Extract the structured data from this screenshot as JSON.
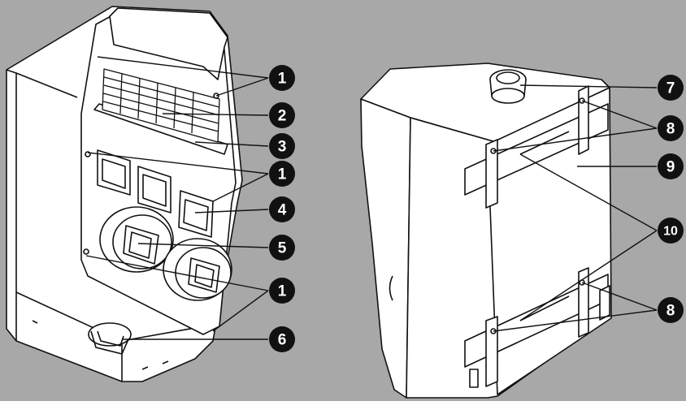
{
  "background_color": "#a8a8a8",
  "line_color": "#111111",
  "callout_badge_color": "#111111",
  "callout_text_color": "#ffffff",
  "callouts": [
    {
      "id": "c1a",
      "label": "1"
    },
    {
      "id": "c2",
      "label": "2"
    },
    {
      "id": "c3",
      "label": "3"
    },
    {
      "id": "c1b",
      "label": "1"
    },
    {
      "id": "c4",
      "label": "4"
    },
    {
      "id": "c5",
      "label": "5"
    },
    {
      "id": "c1c",
      "label": "1"
    },
    {
      "id": "c6",
      "label": "6"
    },
    {
      "id": "c7",
      "label": "7"
    },
    {
      "id": "c8a",
      "label": "8"
    },
    {
      "id": "c9",
      "label": "9"
    },
    {
      "id": "c10",
      "label": "10"
    },
    {
      "id": "c8b",
      "label": "8"
    }
  ]
}
